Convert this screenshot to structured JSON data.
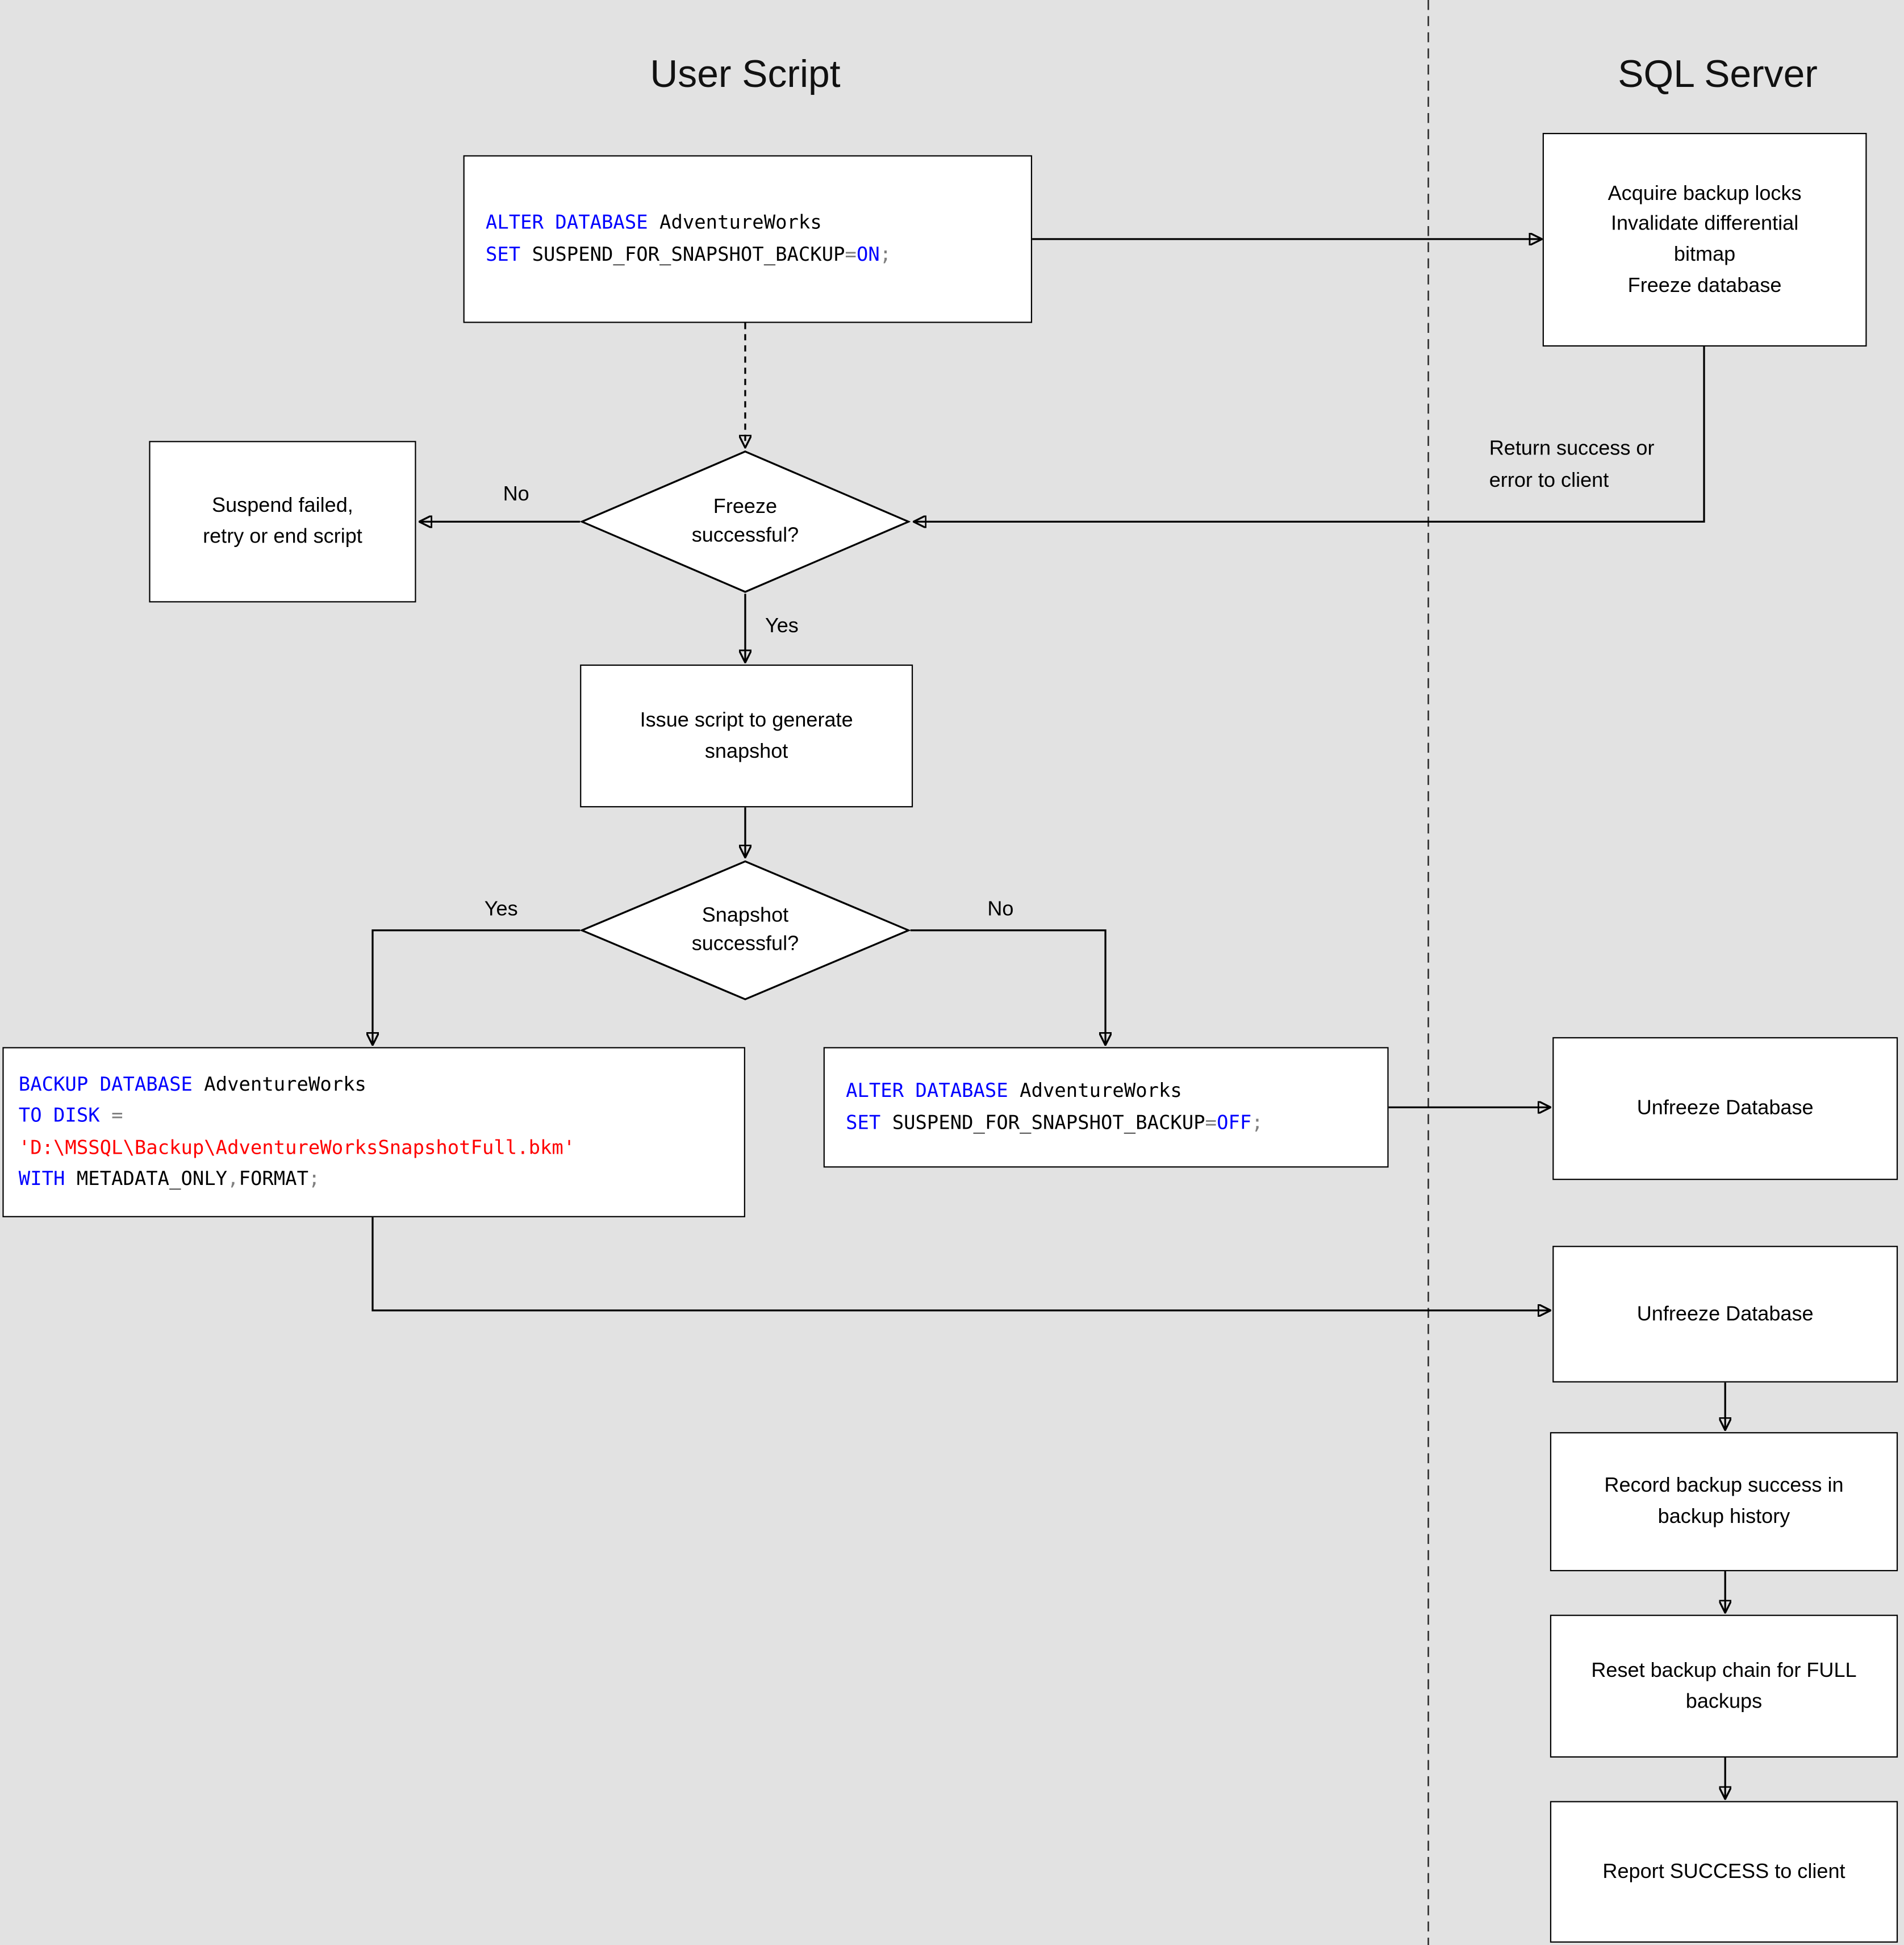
{
  "titles": {
    "user_script": "User Script",
    "sql_server": "SQL Server"
  },
  "colors": {
    "background": "#e2e2e2",
    "box_fill": "#ffffff",
    "box_border": "#000000",
    "kw": "#0000ff",
    "id": "#000000",
    "str": "#ff0000",
    "op": "#7f7f7f"
  },
  "nodes": {
    "acquire": {
      "label": "Acquire backup locks\nInvalidate differential\nbitmap\nFreeze database"
    },
    "suspend_failed": {
      "label": "Suspend failed,\nretry or end script"
    },
    "freeze_decision": {
      "label": "Freeze\nsuccessful?"
    },
    "issue_script": {
      "label": "Issue script to generate\nsnapshot"
    },
    "snapshot_decision": {
      "label": "Snapshot\nsuccessful?"
    },
    "unfreeze_1": {
      "label": "Unfreeze Database"
    },
    "unfreeze_2": {
      "label": "Unfreeze Database"
    },
    "record": {
      "label": "Record backup success in\nbackup history"
    },
    "reset": {
      "label": "Reset backup chain for FULL\nbackups"
    },
    "report": {
      "label": "Report SUCCESS to client"
    }
  },
  "code_blocks": {
    "alter_on": {
      "lines": [
        [
          {
            "t": "ALTER DATABASE",
            "c": "kw"
          },
          {
            "t": " AdventureWorks",
            "c": "id"
          }
        ],
        [
          {
            "t": "SET",
            "c": "kw"
          },
          {
            "t": " SUSPEND_FOR_SNAPSHOT_BACKUP",
            "c": "id"
          },
          {
            "t": "=",
            "c": "op"
          },
          {
            "t": "ON",
            "c": "kw"
          },
          {
            "t": ";",
            "c": "op"
          }
        ]
      ]
    },
    "backup": {
      "lines": [
        [
          {
            "t": "BACKUP DATABASE",
            "c": "kw"
          },
          {
            "t": " AdventureWorks",
            "c": "id"
          }
        ],
        [
          {
            "t": "TO DISK",
            "c": "kw"
          },
          {
            "t": " ",
            "c": "id"
          },
          {
            "t": "=",
            "c": "op"
          }
        ],
        [
          {
            "t": "'D:\\MSSQL\\Backup\\AdventureWorksSnapshotFull.bkm'",
            "c": "str"
          }
        ],
        [
          {
            "t": "WITH",
            "c": "kw"
          },
          {
            "t": " METADATA_ONLY",
            "c": "id"
          },
          {
            "t": ",",
            "c": "op"
          },
          {
            "t": "FORMAT",
            "c": "id"
          },
          {
            "t": ";",
            "c": "op"
          }
        ]
      ]
    },
    "alter_off": {
      "lines": [
        [
          {
            "t": "ALTER DATABASE",
            "c": "kw"
          },
          {
            "t": " AdventureWorks",
            "c": "id"
          }
        ],
        [
          {
            "t": "SET",
            "c": "kw"
          },
          {
            "t": " SUSPEND_FOR_SNAPSHOT_BACKUP",
            "c": "id"
          },
          {
            "t": "=",
            "c": "op"
          },
          {
            "t": "OFF",
            "c": "kw"
          },
          {
            "t": ";",
            "c": "op"
          }
        ]
      ]
    }
  },
  "edge_labels": {
    "return_success": "Return success or\nerror to client",
    "freeze_no": "No",
    "freeze_yes": "Yes",
    "snapshot_yes": "Yes",
    "snapshot_no": "No"
  }
}
